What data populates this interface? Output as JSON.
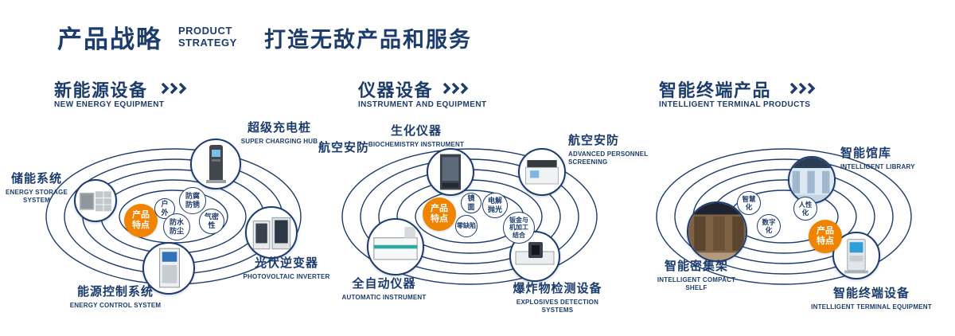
{
  "header": {
    "title": "产品战略",
    "subtitle_lines": [
      "PRODUCT",
      "STRATEGY"
    ],
    "slogan": "打造无敌产品和服务"
  },
  "icons": {
    "section_arrow": "triple-chevron-right"
  },
  "colors": {
    "navy": "#1d3c6e",
    "orange": "#f08300",
    "background": "#ffffff"
  },
  "sections": [
    {
      "title": "新能源设备",
      "subtitle": "NEW ENERGY EQUIPMENT",
      "badge": "产品特点",
      "features": [
        {
          "label": "户外"
        },
        {
          "label": "防腐防锈"
        },
        {
          "label": "防水防尘"
        },
        {
          "label": "气密性"
        }
      ],
      "nodes": [
        {
          "zh": "储能系统",
          "en": "ENERGY STORAGE SYSTEM"
        },
        {
          "zh": "超级充电桩",
          "en": "SUPER CHARGING HUB"
        },
        {
          "zh": "光伏逆变器",
          "en": "PHOTOVOLTAIC INVERTER"
        },
        {
          "zh": "能源控制系统",
          "en": "ENERGY CONTROL SYSTEM"
        }
      ]
    },
    {
      "title": "仪器设备",
      "subtitle": "INSTRUMENT AND EQUIPMENT",
      "badge": "产品特点",
      "extra_label": "航空安防",
      "features": [
        {
          "label": "镜面"
        },
        {
          "label": "电解抛光"
        },
        {
          "label": "零缺陷"
        },
        {
          "label": "钣金与机加工结合"
        }
      ],
      "nodes": [
        {
          "zh": "生化仪器",
          "en": "BIOCHEMISTRY INSTRUMENT"
        },
        {
          "zh": "航空安防",
          "en": "ADVANCED PERSONNEL SCREENING"
        },
        {
          "zh": "全自动仪器",
          "en": "AUTOMATIC INSTRUMENT"
        },
        {
          "zh": "爆炸物检测设备",
          "en": "EXPLOSIVES DETECTION SYSTEMS"
        }
      ]
    },
    {
      "title": "智能终端产品",
      "subtitle": "INTELLIGENT TERMINAL PRODUCTS",
      "badge": "产品特点",
      "features": [
        {
          "label": "智慧化"
        },
        {
          "label": "人性化"
        },
        {
          "label": "数字化"
        }
      ],
      "nodes": [
        {
          "zh": "智能馆库",
          "en": "INTELLIGENT LIBRARY"
        },
        {
          "zh": "智能密集架",
          "en": "INTELLIGENT COMPACT SHELF"
        },
        {
          "zh": "智能终端设备",
          "en": "INTELLIGENT TERMINAL EQUIPMENT"
        }
      ]
    }
  ]
}
